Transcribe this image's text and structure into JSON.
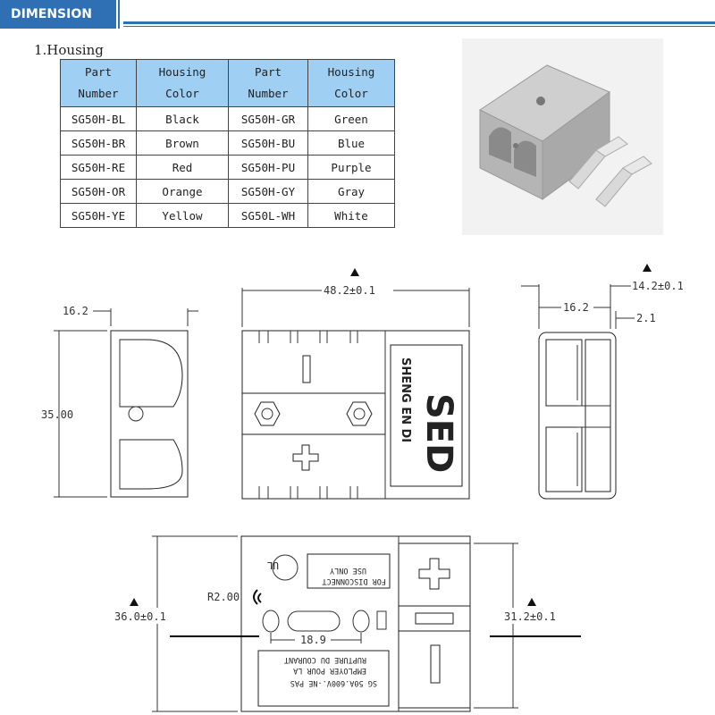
{
  "header": {
    "tab_label": "DIMENSION"
  },
  "section": {
    "title": "1.Housing"
  },
  "table": {
    "headers": [
      "Part\nNumber",
      "Housing\nColor",
      "Part\nNumber",
      "Housing\nColor"
    ],
    "header_lines": [
      [
        "Part",
        "Number"
      ],
      [
        "Housing",
        "Color"
      ],
      [
        "Part",
        "Number"
      ],
      [
        "Housing",
        "Color"
      ]
    ],
    "rows": [
      [
        "SG50H-BL",
        "Black",
        "SG50H-GR",
        "Green"
      ],
      [
        "SG50H-BR",
        "Brown",
        "SG50H-BU",
        "Blue"
      ],
      [
        "SG50H-RE",
        "Red",
        "SG50H-PU",
        "Purple"
      ],
      [
        "SG50H-OR",
        "Orange",
        "SG50H-GY",
        "Gray"
      ],
      [
        "SG50H-YE",
        "Yellow",
        "SG50L-WH",
        "White"
      ]
    ],
    "header_color": "#9fd0f3"
  },
  "drawing": {
    "dims": {
      "side_width": "16.2",
      "side_height": "35.00",
      "front_width": "48.2±0.1",
      "rear_width_top": "14.2±0.1",
      "rear_width": "16.2",
      "rear_offset": "2.1",
      "bottom_radius": "R2.00",
      "bottom_height": "36.0±0.1",
      "bottom_spacing": "18.9",
      "bottom_right_height": "31.2±0.1"
    },
    "logo_text": "SHENG EN DI",
    "logo_mark": "SED",
    "label_disconnect": [
      "FOR DISCONNECT",
      "USE ONLY"
    ],
    "label_rating": [
      "SG 50A.600V.-NE  PAS",
      "EMPLOYER POUR LA",
      "RUPTURE DU COURANT"
    ],
    "ul_mark": "UL",
    "plus": "+",
    "minus": "|"
  }
}
